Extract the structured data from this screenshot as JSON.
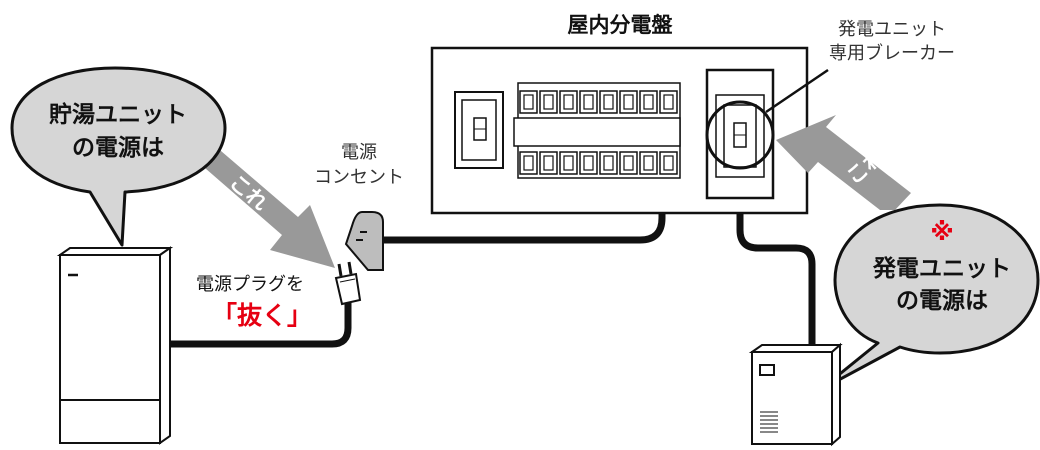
{
  "panel": {
    "title": "屋内分電盤"
  },
  "breaker_label": {
    "line1": "発電ユニット",
    "line2": "専用ブレーカー"
  },
  "outlet_label": {
    "line1": "電源",
    "line2": "コンセント"
  },
  "plug_instruction": {
    "line1": "電源プラグを",
    "action": "「抜く」"
  },
  "left_bubble": {
    "line1": "貯湯ユニット",
    "line2": "の電源は"
  },
  "right_bubble": {
    "mark": "※",
    "line1": "発電ユニット",
    "line2": "の電源は"
  },
  "arrow_left_text": "これ",
  "arrow_right_text": "これ",
  "colors": {
    "accent_red": "#e60012",
    "arrow_gray": "#999999",
    "line": "#111111"
  }
}
